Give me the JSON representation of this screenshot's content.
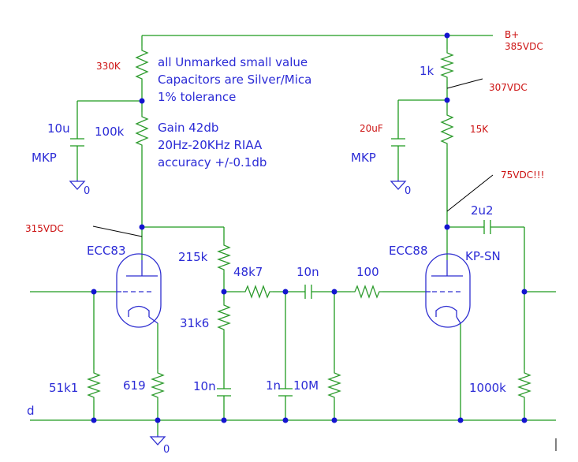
{
  "supply": {
    "name": "B+",
    "voltage": "385VDC"
  },
  "notes": {
    "capacitors": [
      "all Unmarked small value",
      "Capacitors are Silver/Mica",
      "1% tolerance"
    ],
    "specs": [
      "Gain 42db",
      "20Hz-20KHz RIAA",
      "accuracy +/-0.1db"
    ]
  },
  "voltages": {
    "v1_plate": "315VDC",
    "v2_supply": "307VDC",
    "v2_plate": "75VDC!!!"
  },
  "tubes": {
    "v1": "ECC83",
    "v2": "ECC88",
    "v2_coupling": "KP-SN"
  },
  "components": {
    "r_330k": "330K",
    "r_100k": "100k",
    "c_10u": "10u",
    "c_10u_type": "MKP",
    "r_215k": "215k",
    "r_31k6": "31k6",
    "r_48k7": "48k7",
    "c_10n_series": "10n",
    "r_100": "100",
    "c_10n_shunt": "10n",
    "c_1n": "1n",
    "r_10M": "10M",
    "r_51k1": "51k1",
    "r_619": "619",
    "r_1k": "1k",
    "c_20uF": "20uF",
    "c_20uF_type": "MKP",
    "r_15K": "15K",
    "c_2u2": "2u2",
    "r_1000k": "1000k"
  },
  "ground_labels": {
    "left": "0",
    "c10u": "0",
    "c20uf": "0"
  },
  "edge_mark": "d"
}
